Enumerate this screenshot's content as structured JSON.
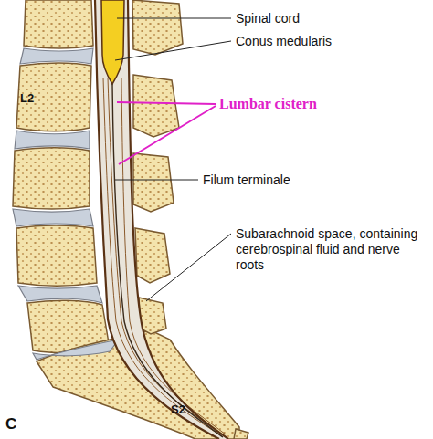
{
  "diagram": {
    "labels": [
      "Spinal cord",
      "Conus medularis",
      "Lumbar cistern",
      "Filum terminale",
      "Subarachnoid space, containing cerebrospinal fluid and nerve roots",
      "L2",
      "S2",
      "C"
    ]
  }
}
